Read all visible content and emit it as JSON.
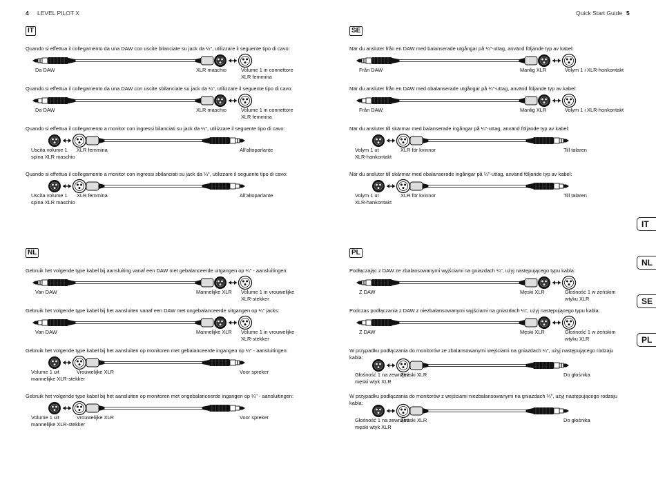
{
  "header": {
    "left_page_number": "4",
    "left_title": "LEVEL PILOT X",
    "right_title": "Quick Start Guide",
    "right_page_number": "5"
  },
  "side_tabs": [
    "IT",
    "NL",
    "SE",
    "PL"
  ],
  "sections": [
    {
      "lang": "IT",
      "diagrams": [
        {
          "caption": "Quando si effettua il collegamento da una DAW con uscite bilanciate su jack da ¼\", utilizzare il seguente tipo di cavo:",
          "type": "daw-balanced",
          "labels": [
            "Da DAW",
            "XLR maschio",
            "Volume 1 in connettore\nXLR femmina"
          ]
        },
        {
          "caption": "Quando si effettua il collegamento da una DAW con uscite sbilanciate su jack da ¼\", utilizzare il seguente tipo di cavo:",
          "type": "daw-unbalanced",
          "labels": [
            "Da DAW",
            "XLR maschio",
            "Volume 1 in connettore\nXLR femmina"
          ]
        },
        {
          "caption": "Quando si effettua il collegamento a monitor con ingressi bilanciati su jack da ¼\", utilizzare il seguente tipo di cavo:",
          "type": "mon-balanced",
          "labels": [
            "Uscita volume 1\nspina XLR maschio",
            "XLR femmina",
            "All'altoparlante"
          ]
        },
        {
          "caption": "Quando si effettua il collegamento a monitor con ingressi sbilanciati su jack da ¼\", utilizzare il seguente tipo di cavo:",
          "type": "mon-unbalanced",
          "labels": [
            "Uscita volume 1\nspina XLR maschio",
            "XLR femmina",
            "All'altoparlante"
          ]
        }
      ]
    },
    {
      "lang": "SE",
      "diagrams": [
        {
          "caption": "När du ansluter från en DAW med balanserade utgångar på ¼\"-uttag, använd följande typ av kabel:",
          "type": "daw-balanced",
          "labels": [
            "Från DAW",
            "Manlig XLR",
            "Volym 1 i XLR-honkontakt"
          ]
        },
        {
          "caption": "När du ansluter från en DAW med obalanserade utgångar på ¼\"-uttag, använd följande typ av kabel:",
          "type": "daw-unbalanced",
          "labels": [
            "Från DAW",
            "Manlig XLR",
            "Volym 1 i XLR-honkontakt"
          ]
        },
        {
          "caption": "När du ansluter till skärmar med balanserade ingångar på ¼\"-uttag, använd följande typ av kabel:",
          "type": "mon-balanced",
          "labels": [
            "Volym 1 ut\nXLR-hankontakt",
            "XLR för kvinnor",
            "Till talaren"
          ]
        },
        {
          "caption": "När du ansluter till skärmar med obalanserade ingångar på ¼\"-uttag, använd följande typ av kabel:",
          "type": "mon-unbalanced",
          "labels": [
            "Volym 1 ut\nXLR-hankontakt",
            "XLR för kvinnor",
            "Till talaren"
          ]
        }
      ]
    },
    {
      "lang": "NL",
      "diagrams": [
        {
          "caption": "Gebruik het volgende type kabel bij aansluiting vanaf een DAW met gebalanceerde uitgangen op ¼\" - aansluitingen:",
          "type": "daw-balanced",
          "labels": [
            "Van DAW",
            "Mannelijke XLR",
            "Volume 1 in vrouwelijke\nXLR-stekker"
          ]
        },
        {
          "caption": "Gebruik het volgende type kabel bij het aansluiten vanaf een DAW met ongebalanceerde uitgangen op ¼\" jacks:",
          "type": "daw-unbalanced",
          "labels": [
            "Van DAW",
            "Mannelijke XLR",
            "Volume 1 in vrouwelijke\nXLR-stekker"
          ]
        },
        {
          "caption": "Gebruik het volgende type kabel bij het aansluiten op monitoren met gebalanceerde ingangen op ¼\" - aansluitingen:",
          "type": "mon-balanced",
          "labels": [
            "Volume 1 uit\nmannelijke XLR-stekker",
            "Vrouwelijke XLR",
            "Voor spreker"
          ]
        },
        {
          "caption": "Gebruik het volgende type kabel bij het aansluiten op monitoren met ongebalanceerde ingangen op ¼\" - aansluitingen:",
          "type": "mon-unbalanced",
          "labels": [
            "Volume 1 uit\nmannelijke XLR-stekker",
            "Vrouwelijke XLR",
            "Voor spreker"
          ]
        }
      ]
    },
    {
      "lang": "PL",
      "diagrams": [
        {
          "caption": "Podłączając z DAW ze zbalansowanymi wyjściami na gniazdach ¼\", użyj następującego typu kabla:",
          "type": "daw-balanced",
          "labels": [
            "Z DAW",
            "Męski XLR",
            "Głośność 1 w żeńskim\nwtyku XLR"
          ]
        },
        {
          "caption": "Podczas podłączania z DAW z niezbalansowanymi wyjściami na gniazdach ¼\", użyj następującego typu kabla:",
          "type": "daw-unbalanced",
          "labels": [
            "Z DAW",
            "Męski XLR",
            "Głośność 1 w żeńskim\nwtyku XLR"
          ]
        },
        {
          "caption": "W przypadku podłączania do monitorów ze zbalansowanymi wejściami na gniazdach ¼\", użyj następującego rodzaju\nkabla:",
          "type": "mon-balanced",
          "labels": [
            "Głośność 1 na zewnątrz\nmęski wtyk XLR",
            "Żeński XLR",
            "Do głośnika"
          ]
        },
        {
          "caption": "W przypadku podłączania do monitorów z wejściami niezbalansowanymi na gniazdach ¼\", użyj następującego rodzaju\nkabla:",
          "type": "mon-unbalanced",
          "labels": [
            "Głośność 1 na zewnątrz\nmęski wtyk XLR",
            "Żeński XLR",
            "Do głośnika"
          ]
        }
      ]
    }
  ]
}
